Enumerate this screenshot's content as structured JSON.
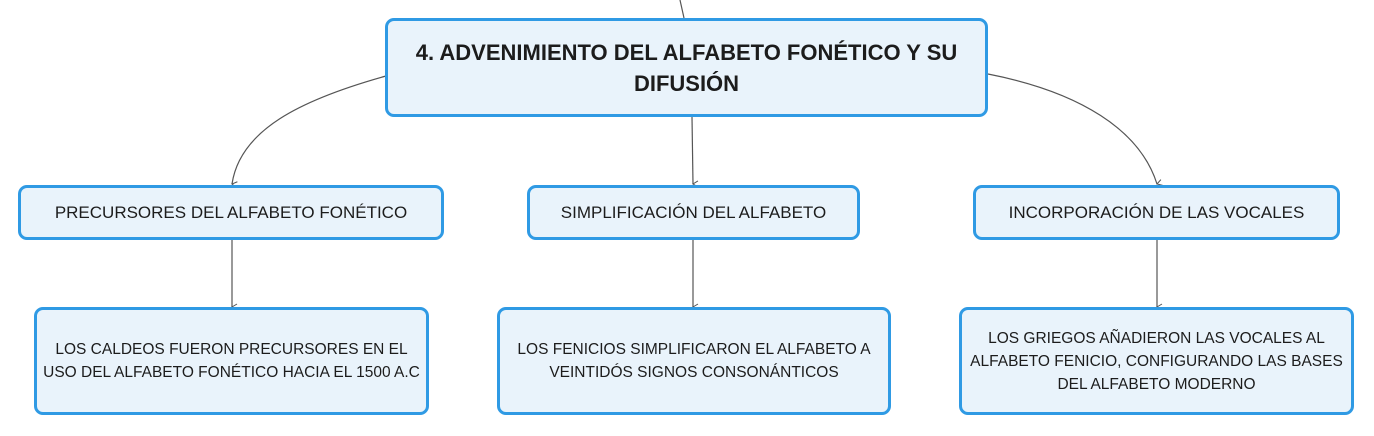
{
  "root": {
    "title": "4. ADVENIMIENTO DEL ALFABETO FONÉTICO Y SU DIFUSIÓN"
  },
  "branches": [
    {
      "label": "PRECURSORES DEL ALFABETO FONÉTICO"
    },
    {
      "label": "SIMPLIFICACIÓN DEL ALFABETO"
    },
    {
      "label": "INCORPORACIÓN DE LAS VOCALES"
    }
  ],
  "details": [
    {
      "text": "LOS CALDEOS FUERON PRECURSORES EN EL USO DEL ALFABETO FONÉTICO HACIA EL 1500 A.C"
    },
    {
      "text": "LOS FENICIOS SIMPLIFICARON EL ALFABETO A VEINTIDÓS SIGNOS CONSONÁNTICOS"
    },
    {
      "text": "LOS GRIEGOS AÑADIERON LAS VOCALES AL ALFABETO FENICIO, CONFIGURANDO LAS BASES DEL ALFABETO MODERNO"
    }
  ],
  "colors": {
    "node_border": "#2f9ae4",
    "node_fill": "#e9f3fb",
    "connector": "#555555"
  }
}
